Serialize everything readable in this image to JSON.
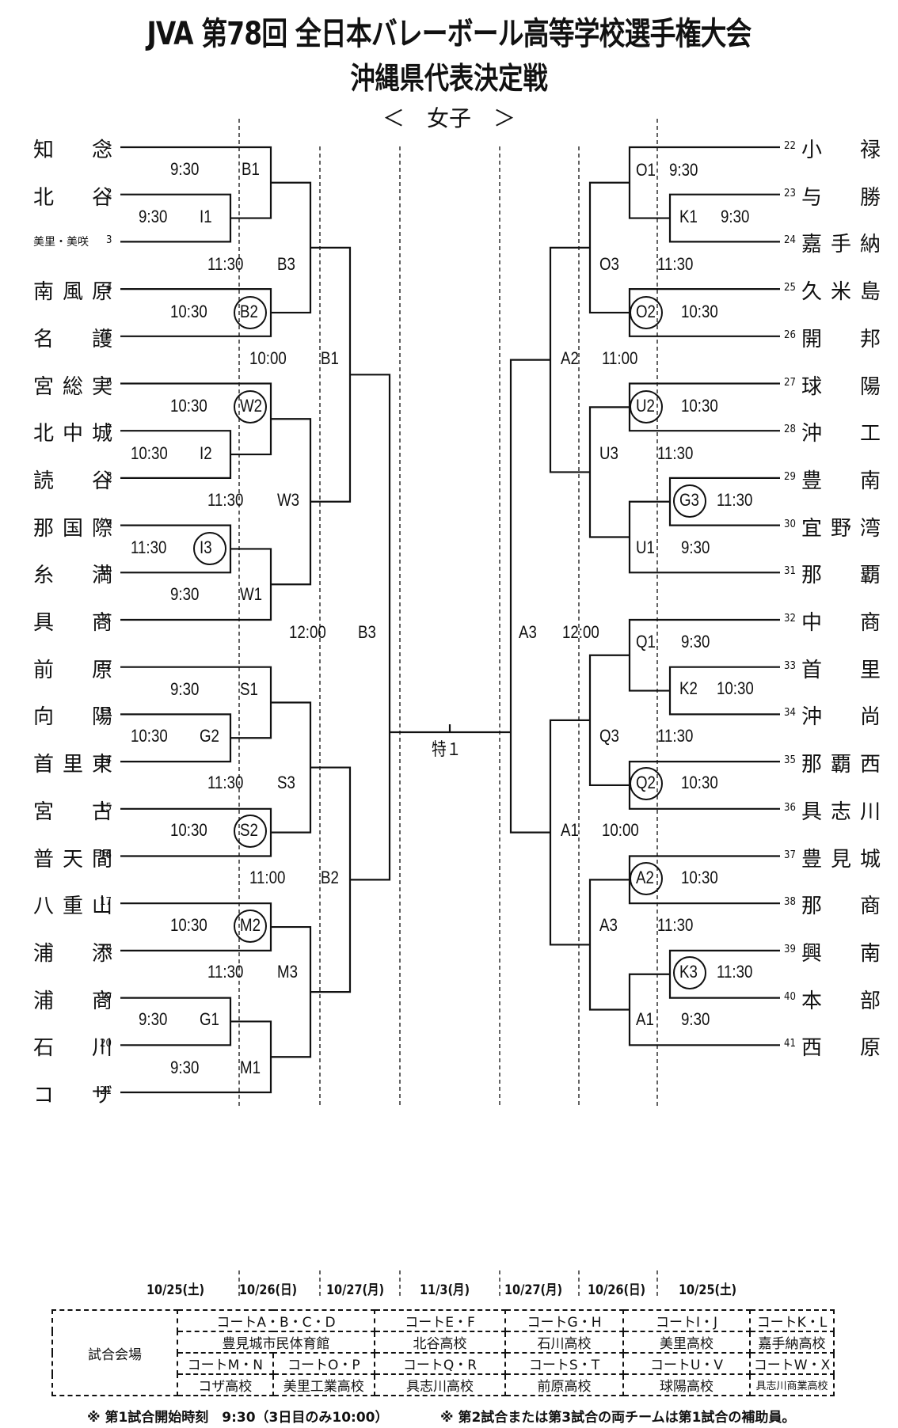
{
  "header": {
    "title": "JVA 第78回 全日本バレーボール高等学校選手権大会",
    "subtitle": "沖縄県代表決定戦",
    "division": "＜　女子　＞"
  },
  "left_teams": [
    {
      "seed": "1",
      "name": "知　念"
    },
    {
      "seed": "2",
      "name": "北　谷"
    },
    {
      "seed": "3",
      "name": "美里・美咲",
      "small": true
    },
    {
      "seed": "4",
      "name": "南風原"
    },
    {
      "seed": "5",
      "name": "名　護"
    },
    {
      "seed": "6",
      "name": "宮総実"
    },
    {
      "seed": "7",
      "name": "北中城"
    },
    {
      "seed": "8",
      "name": "読　谷"
    },
    {
      "seed": "9",
      "name": "那国際"
    },
    {
      "seed": "10",
      "name": "糸　満"
    },
    {
      "seed": "11",
      "name": "具　商"
    },
    {
      "seed": "12",
      "name": "前　原"
    },
    {
      "seed": "13",
      "name": "向　陽"
    },
    {
      "seed": "14",
      "name": "首里東"
    },
    {
      "seed": "15",
      "name": "宮　古"
    },
    {
      "seed": "16",
      "name": "普天間"
    },
    {
      "seed": "17",
      "name": "八重山"
    },
    {
      "seed": "18",
      "name": "浦　添"
    },
    {
      "seed": "19",
      "name": "浦　商"
    },
    {
      "seed": "20",
      "name": "石　川"
    },
    {
      "seed": "21",
      "name": "コ　ザ"
    }
  ],
  "right_teams": [
    {
      "seed": "22",
      "name": "小　禄"
    },
    {
      "seed": "23",
      "name": "与　勝"
    },
    {
      "seed": "24",
      "name": "嘉手納"
    },
    {
      "seed": "25",
      "name": "久米島"
    },
    {
      "seed": "26",
      "name": "開　邦"
    },
    {
      "seed": "27",
      "name": "球　陽"
    },
    {
      "seed": "28",
      "name": "沖　工"
    },
    {
      "seed": "29",
      "name": "豊　南"
    },
    {
      "seed": "30",
      "name": "宜野湾"
    },
    {
      "seed": "31",
      "name": "那　覇"
    },
    {
      "seed": "32",
      "name": "中　商"
    },
    {
      "seed": "33",
      "name": "首　里"
    },
    {
      "seed": "34",
      "name": "沖　尚"
    },
    {
      "seed": "35",
      "name": "那覇西"
    },
    {
      "seed": "36",
      "name": "具志川"
    },
    {
      "seed": "37",
      "name": "豊見城"
    },
    {
      "seed": "38",
      "name": "那　商"
    },
    {
      "seed": "39",
      "name": "興　南"
    },
    {
      "seed": "40",
      "name": "本　部"
    },
    {
      "seed": "41",
      "name": "西　原"
    }
  ],
  "matches": [
    {
      "time": "9:30",
      "code": "B1",
      "circled": false
    },
    {
      "time": "9:30",
      "code": "I1",
      "circled": false
    },
    {
      "time": "11:30",
      "code": "B3",
      "circled": false
    },
    {
      "time": "10:30",
      "code": "B2",
      "circled": true
    },
    {
      "time": "10:00",
      "code": "B1",
      "circled": false
    },
    {
      "time": "10:30",
      "code": "W2",
      "circled": true
    },
    {
      "time": "10:30",
      "code": "I2",
      "circled": false
    },
    {
      "time": "11:30",
      "code": "W3",
      "circled": false
    },
    {
      "time": "11:30",
      "code": "I3",
      "circled": true
    },
    {
      "time": "9:30",
      "code": "W1",
      "circled": false
    },
    {
      "time": "12:00",
      "code": "B3",
      "circled": false
    },
    {
      "time": "9:30",
      "code": "S1",
      "circled": false
    },
    {
      "time": "10:30",
      "code": "G2",
      "circled": false
    },
    {
      "time": "11:30",
      "code": "S3",
      "circled": false
    },
    {
      "time": "10:30",
      "code": "S2",
      "circled": true
    },
    {
      "time": "11:00",
      "code": "B2",
      "circled": false
    },
    {
      "time": "10:30",
      "code": "M2",
      "circled": true
    },
    {
      "time": "11:30",
      "code": "M3",
      "circled": false
    },
    {
      "time": "9:30",
      "code": "G1",
      "circled": false
    },
    {
      "time": "9:30",
      "code": "M1",
      "circled": false
    },
    {
      "time": "9:30",
      "code": "O1",
      "circled": false
    },
    {
      "time": "9:30",
      "code": "K1",
      "circled": false
    },
    {
      "time": "11:30",
      "code": "O3",
      "circled": false
    },
    {
      "time": "10:30",
      "code": "O2",
      "circled": true
    },
    {
      "time": "11:00",
      "code": "A2",
      "circled": false
    },
    {
      "time": "10:30",
      "code": "U2",
      "circled": true
    },
    {
      "time": "11:30",
      "code": "U3",
      "circled": false
    },
    {
      "time": "11:30",
      "code": "G3",
      "circled": true
    },
    {
      "time": "9:30",
      "code": "U1",
      "circled": false
    },
    {
      "time": "12:00",
      "code": "A3",
      "circled": false
    },
    {
      "time": "9:30",
      "code": "Q1",
      "circled": false
    },
    {
      "time": "10:30",
      "code": "K2",
      "circled": false
    },
    {
      "time": "11:30",
      "code": "Q3",
      "circled": false
    },
    {
      "time": "10:30",
      "code": "Q2",
      "circled": true
    },
    {
      "time": "10:00",
      "code": "A1",
      "circled": false
    },
    {
      "time": "10:30",
      "code": "A2",
      "circled": true
    },
    {
      "time": "11:30",
      "code": "A3",
      "circled": false
    },
    {
      "time": "11:30",
      "code": "K3",
      "circled": true
    },
    {
      "time": "9:30",
      "code": "A1",
      "circled": false
    }
  ],
  "final": {
    "label": "特１"
  },
  "dates": [
    "10/25(土)",
    "10/26(日)",
    "10/27(月)",
    "11/3(月)",
    "10/27(月)",
    "10/26(日)",
    "10/25(土)"
  ],
  "venues": {
    "label": "試合会場",
    "row1": [
      "コートA・B・C・D",
      "コートE・F",
      "コートG・H",
      "コートI・J",
      "コートK・L"
    ],
    "row2": [
      "豊見城市民体育館",
      "北谷高校",
      "石川高校",
      "美里高校",
      "嘉手納高校"
    ],
    "row3": [
      "コートM・N",
      "コートO・P",
      "コートQ・R",
      "コートS・T",
      "コートU・V",
      "コートW・X"
    ],
    "row4": [
      "コザ高校",
      "美里工業高校",
      "具志川高校",
      "前原高校",
      "球陽高校",
      "具志川商業高校"
    ]
  },
  "notes": [
    "※ 第1試合開始時刻　9:30（3日目のみ10:00）",
    "※ 第2試合または第3試合の両チームは第1試合の補助員。"
  ]
}
